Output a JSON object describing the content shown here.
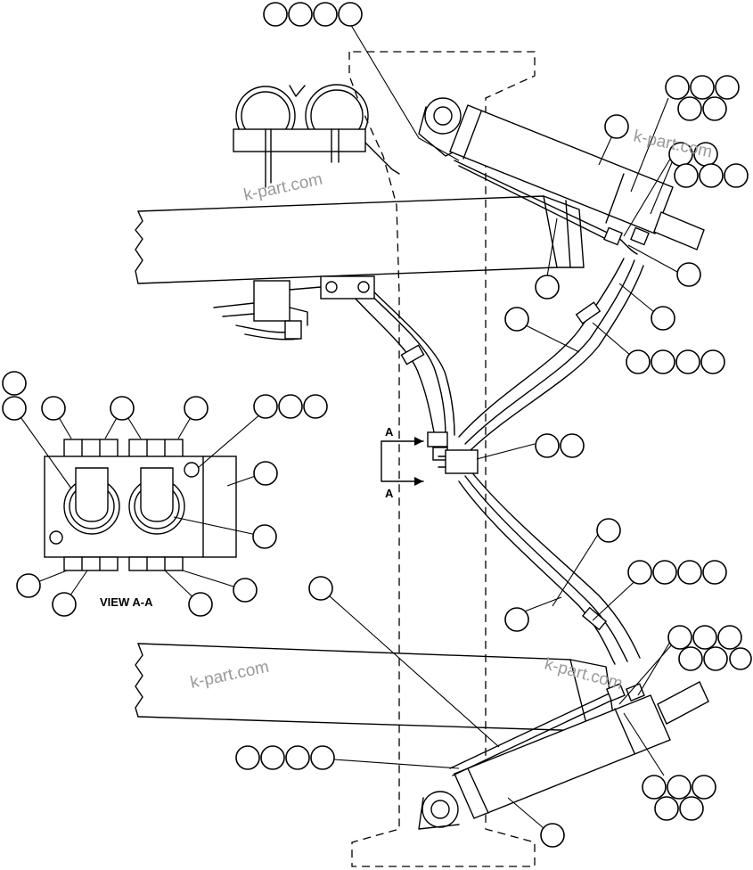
{
  "watermark": {
    "text": "k-part.com",
    "color": "#9a9a9a"
  },
  "view_label": "VIEW A-A",
  "section_markers": {
    "top": "A",
    "bottom": "A"
  },
  "colors": {
    "line": "#000000",
    "background": "#ffffff"
  }
}
